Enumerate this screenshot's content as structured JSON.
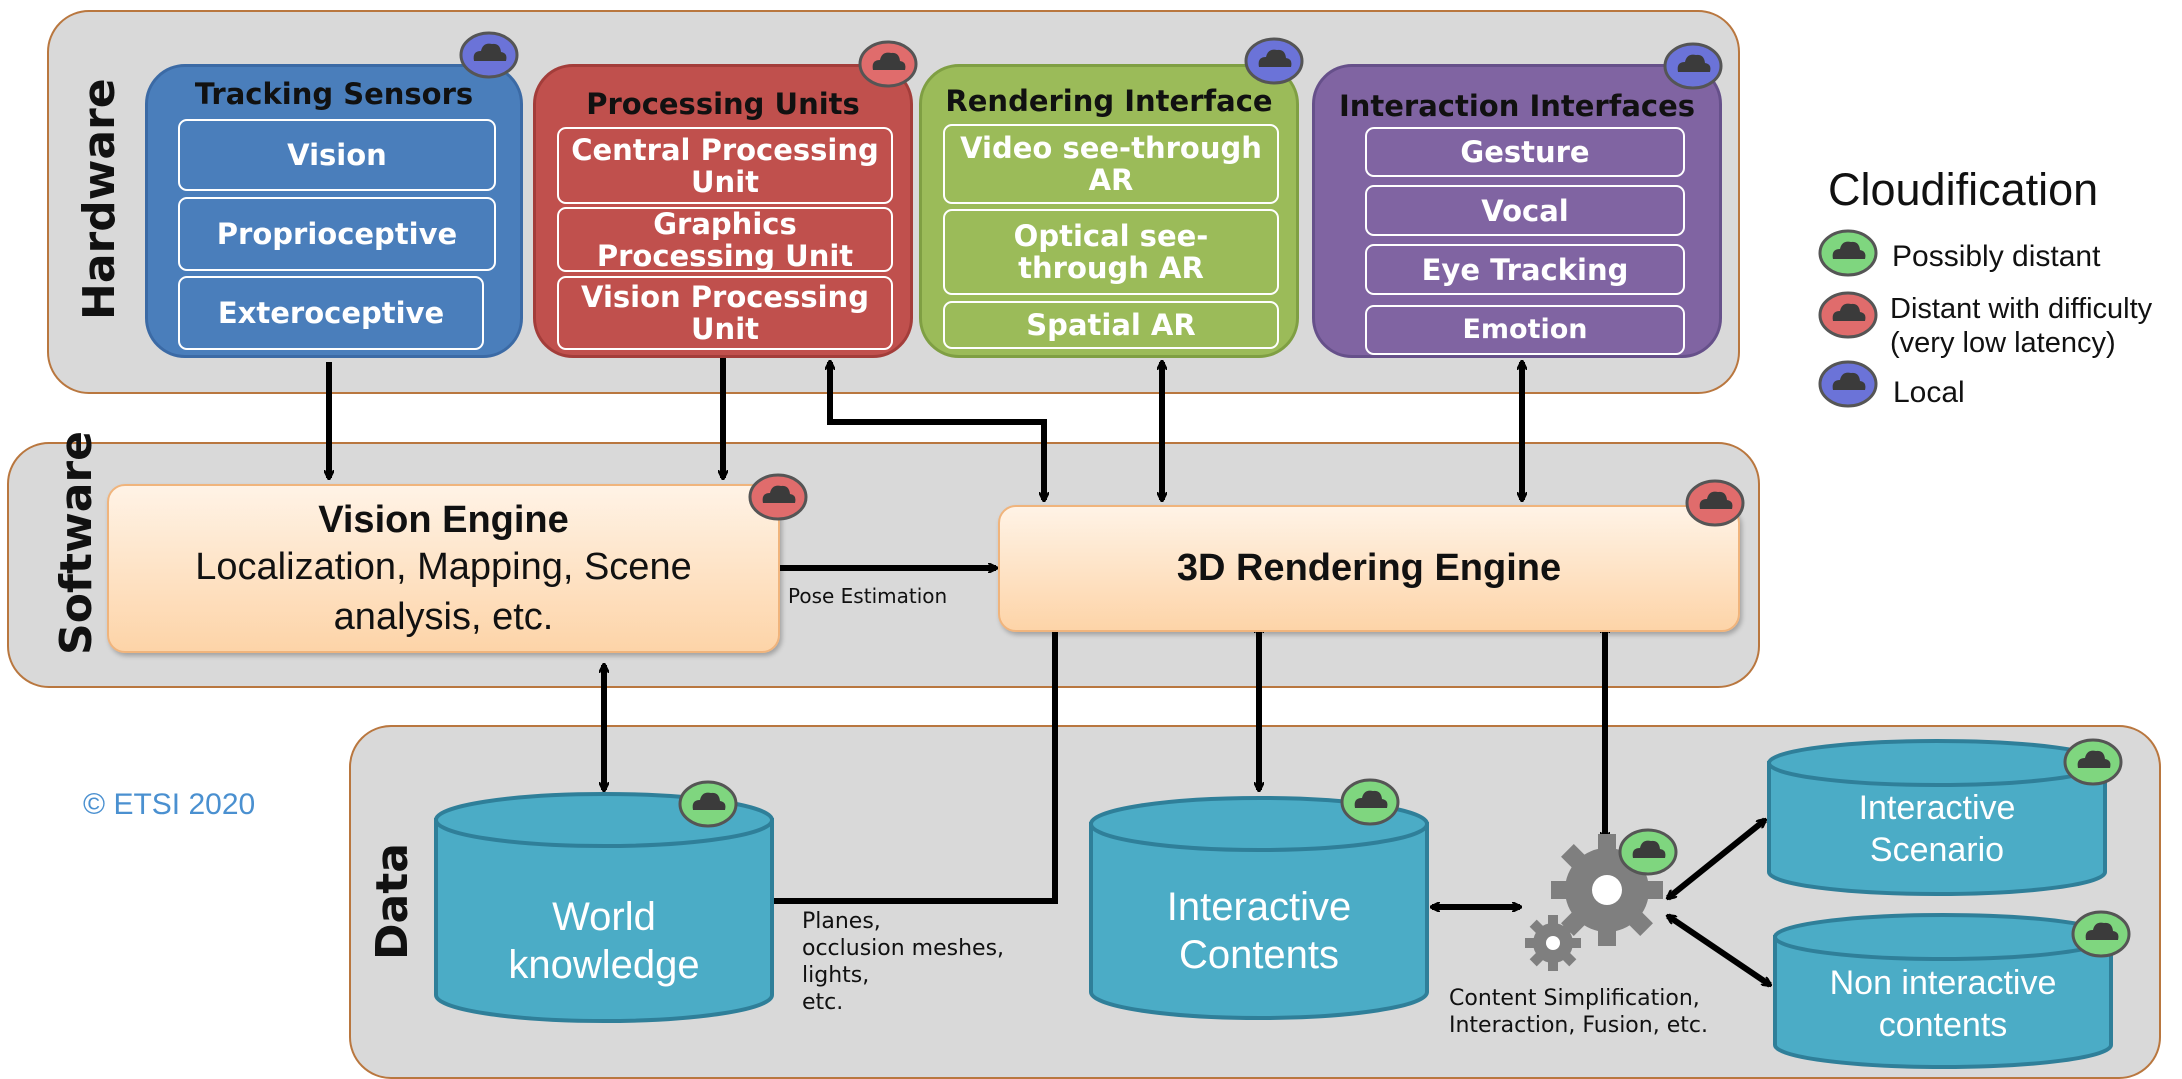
{
  "layers": {
    "hardware": "Hardware",
    "software": "Software",
    "data": "Data"
  },
  "hardware": {
    "tracking": {
      "title": "Tracking Sensors",
      "items": [
        "Vision",
        "Proprioceptive",
        "Exteroceptive"
      ],
      "cloud": "local"
    },
    "processing": {
      "title": "Processing Units",
      "items": [
        "Central Processing Unit",
        "Graphics Processing Unit",
        "Vision Processing Unit"
      ],
      "cloud": "distant-with-difficulty"
    },
    "rendering": {
      "title": "Rendering Interface",
      "items": [
        "Video see-through AR",
        "Optical see-through AR",
        "Spatial AR"
      ],
      "cloud": "local"
    },
    "interaction": {
      "title": "Interaction Interfaces",
      "items": [
        "Gesture",
        "Vocal",
        "Eye Tracking",
        "Emotion"
      ],
      "cloud": "local"
    }
  },
  "software": {
    "vision_engine": {
      "title": "Vision Engine",
      "subtitle": "Localization, Mapping, Scene analysis, etc.",
      "cloud": "distant-with-difficulty"
    },
    "rendering_engine": {
      "title": "3D Rendering Engine",
      "cloud": "distant-with-difficulty"
    },
    "pose_label": "Pose Estimation"
  },
  "data": {
    "world": {
      "label": "World knowledge",
      "cloud": "possibly-distant"
    },
    "interactive_contents": {
      "label": "Interactive Contents",
      "cloud": "possibly-distant"
    },
    "interactive_scenario": {
      "label": "Interactive Scenario",
      "cloud": "possibly-distant"
    },
    "non_interactive": {
      "label": "Non interactive contents",
      "cloud": "possibly-distant"
    },
    "gears": {
      "cloud": "possibly-distant"
    },
    "planes_label": "Planes,\nocclusion meshes,\nlights,\netc.",
    "content_label": "Content Simplification,\nInteraction, Fusion, etc."
  },
  "copyright": "© ETSI 2020",
  "legend": {
    "title": "Cloudification",
    "items": [
      {
        "label": "Possibly distant",
        "color": "#7fd67f"
      },
      {
        "label": "Distant with difficulty\n(very low latency)",
        "color": "#e06c6c"
      },
      {
        "label": "Local",
        "color": "#6b73d8"
      }
    ]
  },
  "colors": {
    "tracking": "#4a7ebb",
    "processing": "#c0504d",
    "rendering": "#9bbb59",
    "interaction": "#8064a2",
    "cylinder": "#4bacc6",
    "copyright": "#4a90d0"
  }
}
